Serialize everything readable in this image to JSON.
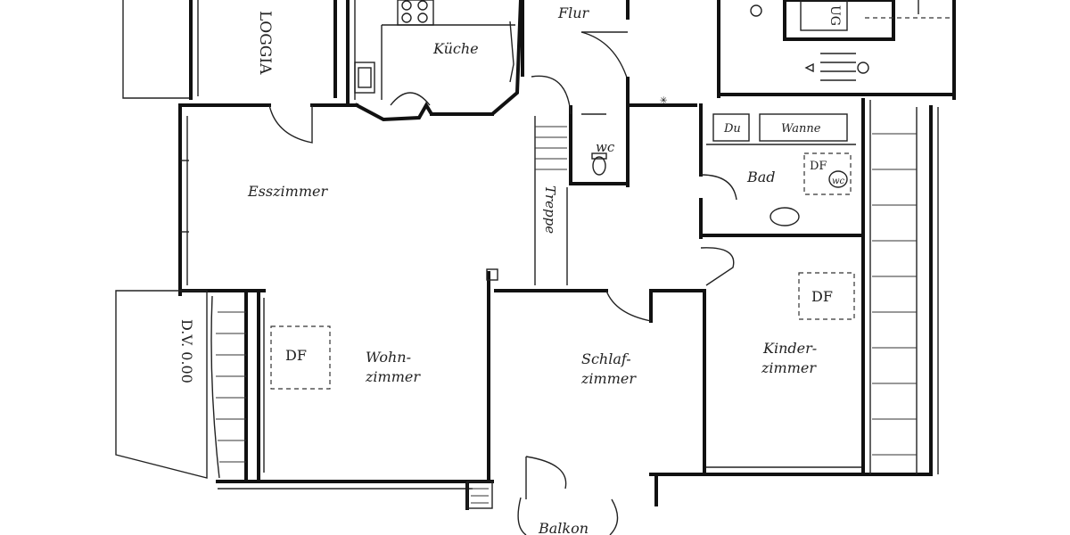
{
  "rooms": {
    "loggia": "LOGGIA",
    "kueche": "Küche",
    "flur": "Flur",
    "wc": "wc",
    "esszimmer": "Esszimmer",
    "treppe": "Treppe",
    "bad": "Bad",
    "dusche": "Du",
    "wanne": "Wanne",
    "bad_df": "DF",
    "bad_wc": "wc",
    "wohn_1": "Wohn-",
    "wohn_2": "zimmer",
    "wohn_df": "DF",
    "schlaf_1": "Schlaf-",
    "schlaf_2": "zimmer",
    "kinder_1": "Kinder-",
    "kinder_2": "zimmer",
    "kinder_df": "DF",
    "balkon": "Balkon",
    "ug": "UG"
  },
  "annotations": {
    "dv": "D.V. 0.00"
  }
}
